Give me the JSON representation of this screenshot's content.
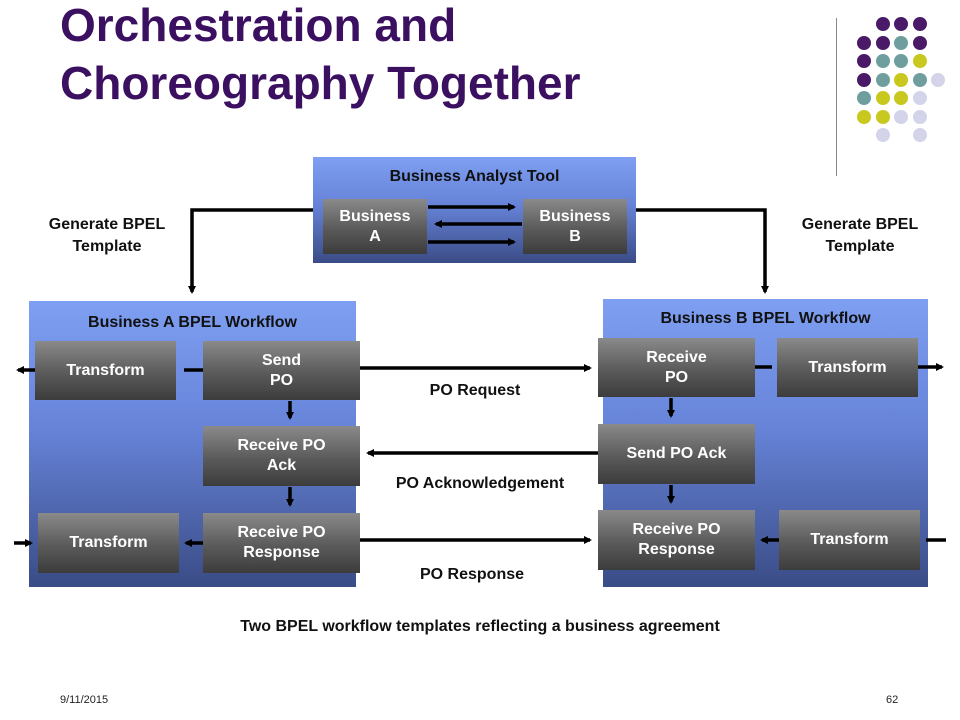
{
  "slide": {
    "title": "Orchestration and\nChoreography Together",
    "caption": "Two BPEL workflow templates reflecting a business agreement",
    "date": "9/11/2015",
    "page_number": "62"
  },
  "analyst_tool": {
    "title": "Business Analyst Tool",
    "business_a": "Business\nA",
    "business_b": "Business\nB"
  },
  "labels": {
    "generate_left": "Generate BPEL\nTemplate",
    "generate_right": "Generate BPEL\nTemplate",
    "po_request": "PO Request",
    "po_ack": "PO Acknowledgement",
    "po_response": "PO Response"
  },
  "workflow_a": {
    "title": "Business A BPEL Workflow",
    "transform_top": "Transform",
    "send_po": "Send\nPO",
    "receive_po_ack": "Receive PO\nAck",
    "receive_po_response": "Receive PO\nResponse",
    "transform_bottom": "Transform"
  },
  "workflow_b": {
    "title": "Business B BPEL Workflow",
    "receive_po": "Receive\nPO",
    "transform_top": "Transform",
    "send_po_ack": "Send PO Ack",
    "receive_po_response": "Receive PO\nResponse",
    "transform_bottom": "Transform"
  },
  "colors": {
    "title": "#3b1060",
    "dot_purple": "#4a1a68",
    "dot_teal": "#6f9e9e",
    "dot_yellow": "#c8c81e",
    "dot_lavender": "#d3d3ea"
  }
}
